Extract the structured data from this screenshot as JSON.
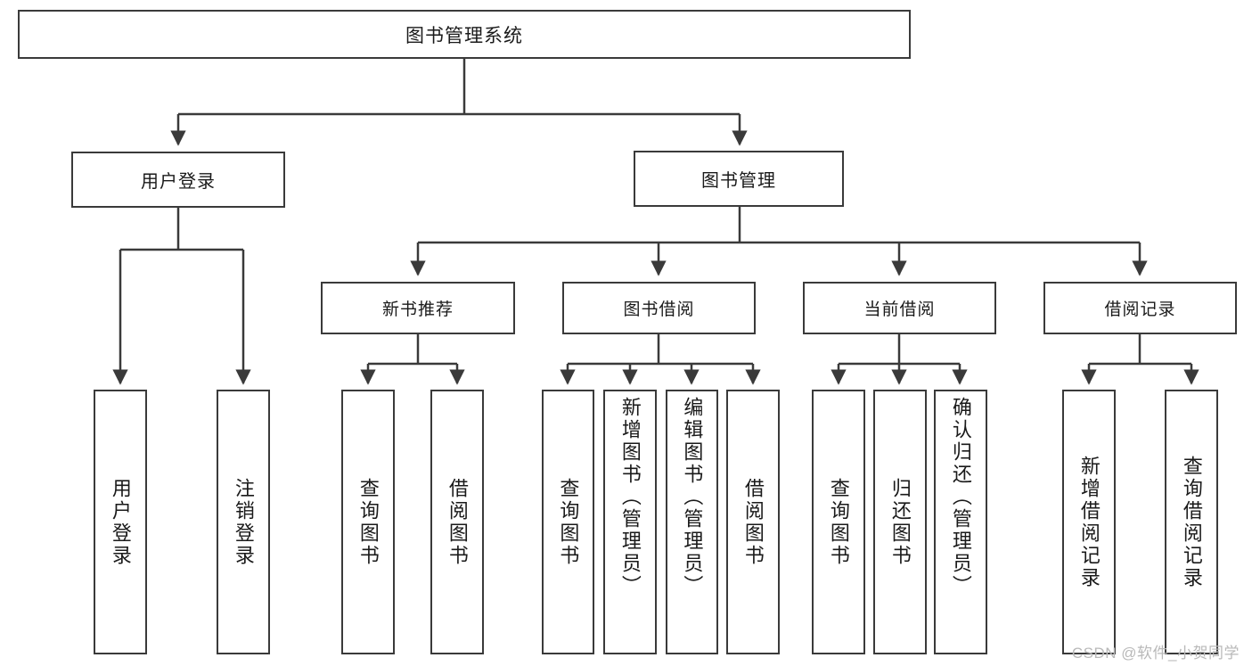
{
  "diagram": {
    "title": "图书管理系统",
    "type": "hierarchy-tree",
    "watermark": "CSDN @软件_小贺同学",
    "colors": {
      "stroke": "#3a3a3a",
      "fill": "#ffffff",
      "text": "#1a1a1a",
      "watermark": "#b9b9b9"
    },
    "root": {
      "label": "图书管理系统"
    },
    "level1": [
      {
        "id": "user-login",
        "label": "用户登录"
      },
      {
        "id": "book-manage",
        "label": "图书管理"
      }
    ],
    "level2": [
      {
        "id": "new-book-rec",
        "label": "新书推荐",
        "parent": "book-manage"
      },
      {
        "id": "book-borrow",
        "label": "图书借阅",
        "parent": "book-manage"
      },
      {
        "id": "current-borrow",
        "label": "当前借阅",
        "parent": "book-manage"
      },
      {
        "id": "borrow-record",
        "label": "借阅记录",
        "parent": "book-manage"
      }
    ],
    "leaves": [
      {
        "id": "leaf-user-login",
        "label": "用户登录",
        "parent": "user-login"
      },
      {
        "id": "leaf-user-logout",
        "label": "注销登录",
        "parent": "user-login"
      },
      {
        "id": "leaf-query-book-1",
        "label": "查询图书",
        "parent": "new-book-rec"
      },
      {
        "id": "leaf-borrow-book-1",
        "label": "借阅图书",
        "parent": "new-book-rec"
      },
      {
        "id": "leaf-query-book-2",
        "label": "查询图书",
        "parent": "book-borrow"
      },
      {
        "id": "leaf-add-book",
        "label": "新增图书（管理员）",
        "parent": "book-borrow"
      },
      {
        "id": "leaf-edit-book",
        "label": "编辑图书（管理员）",
        "parent": "book-borrow"
      },
      {
        "id": "leaf-borrow-book-2",
        "label": "借阅图书",
        "parent": "book-borrow"
      },
      {
        "id": "leaf-query-book-3",
        "label": "查询图书",
        "parent": "current-borrow"
      },
      {
        "id": "leaf-return-book",
        "label": "归还图书",
        "parent": "current-borrow"
      },
      {
        "id": "leaf-confirm-return",
        "label": "确认归还（管理员）",
        "parent": "current-borrow"
      },
      {
        "id": "leaf-add-record",
        "label": "新增借阅记录",
        "parent": "borrow-record"
      },
      {
        "id": "leaf-query-record",
        "label": "查询借阅记录",
        "parent": "borrow-record"
      }
    ]
  }
}
